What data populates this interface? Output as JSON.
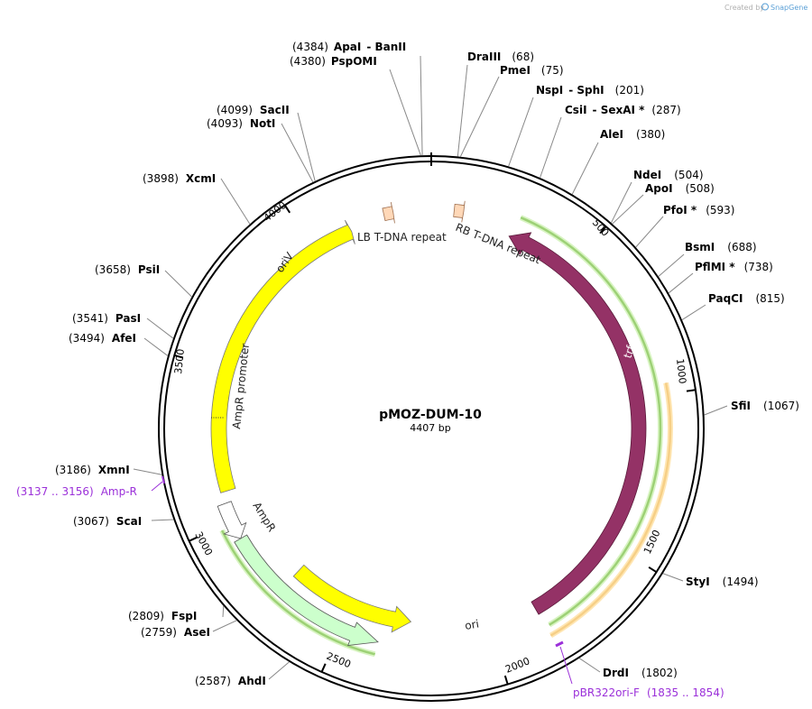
{
  "credit": {
    "created_by": "Created by",
    "brand": "SnapGene"
  },
  "plasmid": {
    "name": "pMOZ-DUM-10",
    "length": 4407,
    "length_label": "4407 bp"
  },
  "colors": {
    "backbone": "#000000",
    "orange_feature": "#f0c040",
    "yellow": "#ffff00",
    "maroon": "#943266",
    "pink": "#ffd8b8",
    "ampr": "#ccffcc",
    "primer": "#9b30d9",
    "green_line": "#3a8a00"
  },
  "tick_labels": [
    "500",
    "1000",
    "1500",
    "2000",
    "2500",
    "3000",
    "3500",
    "4000"
  ],
  "enzymes": [
    {
      "pos_text": "(4384)",
      "name": "ApaI",
      "extra": "- BanII"
    },
    {
      "pos_text": "(4380)",
      "name": "PspOMI",
      "extra": ""
    },
    {
      "pos_text": "(68)",
      "name": "DraIII",
      "extra": ""
    },
    {
      "pos_text": "(75)",
      "name": "PmeI",
      "extra": ""
    },
    {
      "pos_text": "(201)",
      "name": "NspI",
      "extra": "- SphI"
    },
    {
      "pos_text": "(287)",
      "name": "CsiI",
      "extra": "- SexAI *"
    },
    {
      "pos_text": "(380)",
      "name": "AleI",
      "extra": ""
    },
    {
      "pos_text": "(504)",
      "name": "NdeI",
      "extra": ""
    },
    {
      "pos_text": "(508)",
      "name": "ApoI",
      "extra": ""
    },
    {
      "pos_text": "(593)",
      "name": "PfoI *",
      "extra": ""
    },
    {
      "pos_text": "(688)",
      "name": "BsmI",
      "extra": ""
    },
    {
      "pos_text": "(738)",
      "name": "PflMI *",
      "extra": ""
    },
    {
      "pos_text": "(815)",
      "name": "PaqCI",
      "extra": ""
    },
    {
      "pos_text": "(1067)",
      "name": "SfiI",
      "extra": ""
    },
    {
      "pos_text": "(1494)",
      "name": "StyI",
      "extra": ""
    },
    {
      "pos_text": "(1802)",
      "name": "DrdI",
      "extra": ""
    },
    {
      "pos_text": "(2587)",
      "name": "AhdI",
      "extra": ""
    },
    {
      "pos_text": "(2759)",
      "name": "AseI",
      "extra": ""
    },
    {
      "pos_text": "(2809)",
      "name": "FspI",
      "extra": ""
    },
    {
      "pos_text": "(3067)",
      "name": "ScaI",
      "extra": ""
    },
    {
      "pos_text": "(3186)",
      "name": "XmnI",
      "extra": ""
    },
    {
      "pos_text": "(3494)",
      "name": "AfeI",
      "extra": ""
    },
    {
      "pos_text": "(3541)",
      "name": "PasI",
      "extra": ""
    },
    {
      "pos_text": "(3658)",
      "name": "PsiI",
      "extra": ""
    },
    {
      "pos_text": "(3898)",
      "name": "XcmI",
      "extra": ""
    },
    {
      "pos_text": "(4093)",
      "name": "NotI",
      "extra": ""
    },
    {
      "pos_text": "(4099)",
      "name": "SacII",
      "extra": ""
    }
  ],
  "primers": [
    {
      "name": "Amp-R",
      "range": "(3137 .. 3156)"
    },
    {
      "name": "pBR322ori-F",
      "range": "(1835 .. 1854)"
    }
  ],
  "features": {
    "lb": "LB T-DNA repeat",
    "rb": "RB T-DNA repeat",
    "oriv": "oriV",
    "amp_promoter": "AmpR promoter",
    "ampr": "AmpR",
    "trfa": "trfA",
    "ori": "ori"
  }
}
